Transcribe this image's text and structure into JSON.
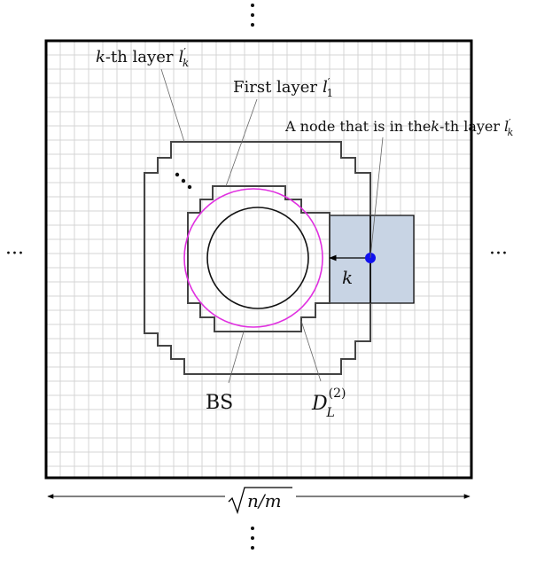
{
  "labels": {
    "kth_layer_main": "k",
    "kth_layer_suffix": "-th layer",
    "kth_layer_var": "l",
    "kth_layer_sub": "k",
    "first_layer_text": "First layer",
    "first_layer_var": "l",
    "first_layer_sub": "1",
    "node_text": "A node that is in the",
    "node_k": "k",
    "node_suffix": "-th layer",
    "node_var": "l",
    "node_sub": "k",
    "bs": "BS",
    "dl_var": "D",
    "dl_sub": "L",
    "dl_sup": "(2)",
    "k_label": "k",
    "width_label": "n/m",
    "prime": "′",
    "ellipsis_h": "···"
  },
  "colors": {
    "grid": "#d4d4d4",
    "frame": "#000000",
    "layer": "#444444",
    "circle_outer": "#e030e0",
    "circle_inner": "#111111",
    "shaded_fill": "#c8d4e4",
    "node": "#1111ee"
  }
}
